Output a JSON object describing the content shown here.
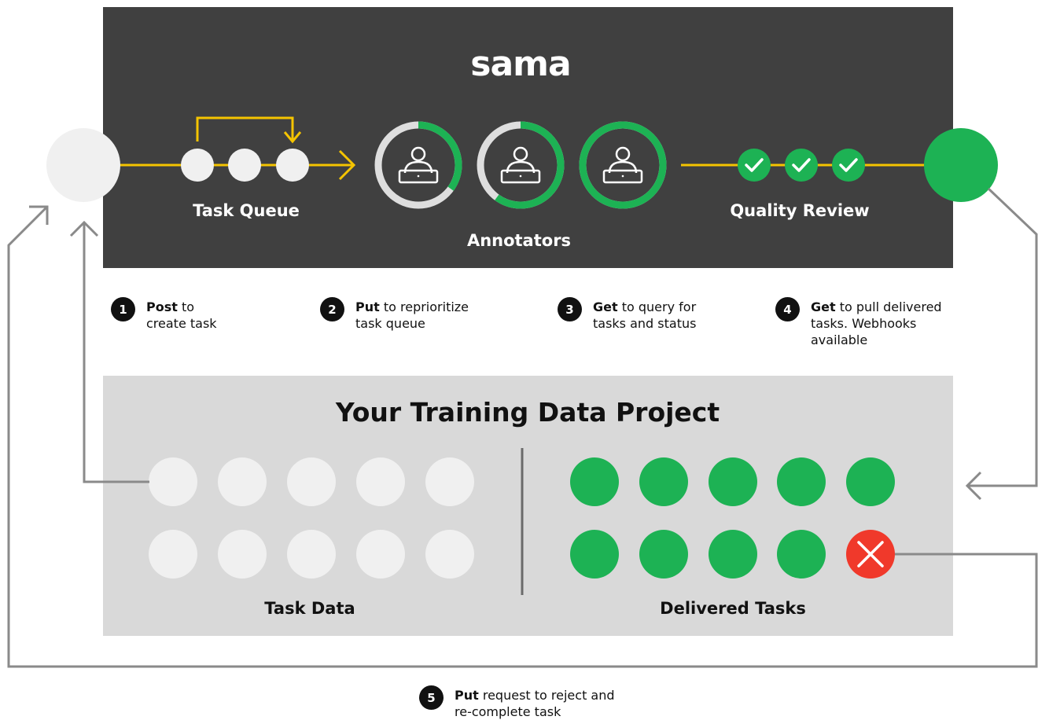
{
  "logo": "sama",
  "pipeline": {
    "task_queue_label": "Task Queue",
    "annotators_label": "Annotators",
    "quality_review_label": "Quality Review",
    "annotator_progress": [
      0.35,
      0.6,
      1.0
    ]
  },
  "steps": [
    {
      "num": "1",
      "verb": "Post",
      "line1_rest": " to",
      "line2": "create task",
      "line3": ""
    },
    {
      "num": "2",
      "verb": "Put",
      "line1_rest": " to reprioritize",
      "line2": "task queue",
      "line3": ""
    },
    {
      "num": "3",
      "verb": "Get",
      "line1_rest": " to query for",
      "line2": "tasks and status",
      "line3": ""
    },
    {
      "num": "4",
      "verb": "Get",
      "line1_rest": " to pull delivered",
      "line2": "tasks. Webhooks",
      "line3": "available"
    },
    {
      "num": "5",
      "verb": "Put",
      "line1_rest": " request to reject and",
      "line2": "re-complete task",
      "line3": ""
    }
  ],
  "project": {
    "title": "Your Training Data Project",
    "task_data_label": "Task Data",
    "delivered_label": "Delivered Tasks"
  },
  "colors": {
    "dark_panel": "#404040",
    "light_panel": "#d9d9d9",
    "green": "#1db254",
    "yellow": "#f5c400",
    "light_circle": "#f0f0f0",
    "red": "#f0392b",
    "arrow_gray": "#8a8a8a"
  },
  "icons": [
    "person-laptop-icon",
    "check-icon",
    "x-icon",
    "arrow-icon"
  ]
}
